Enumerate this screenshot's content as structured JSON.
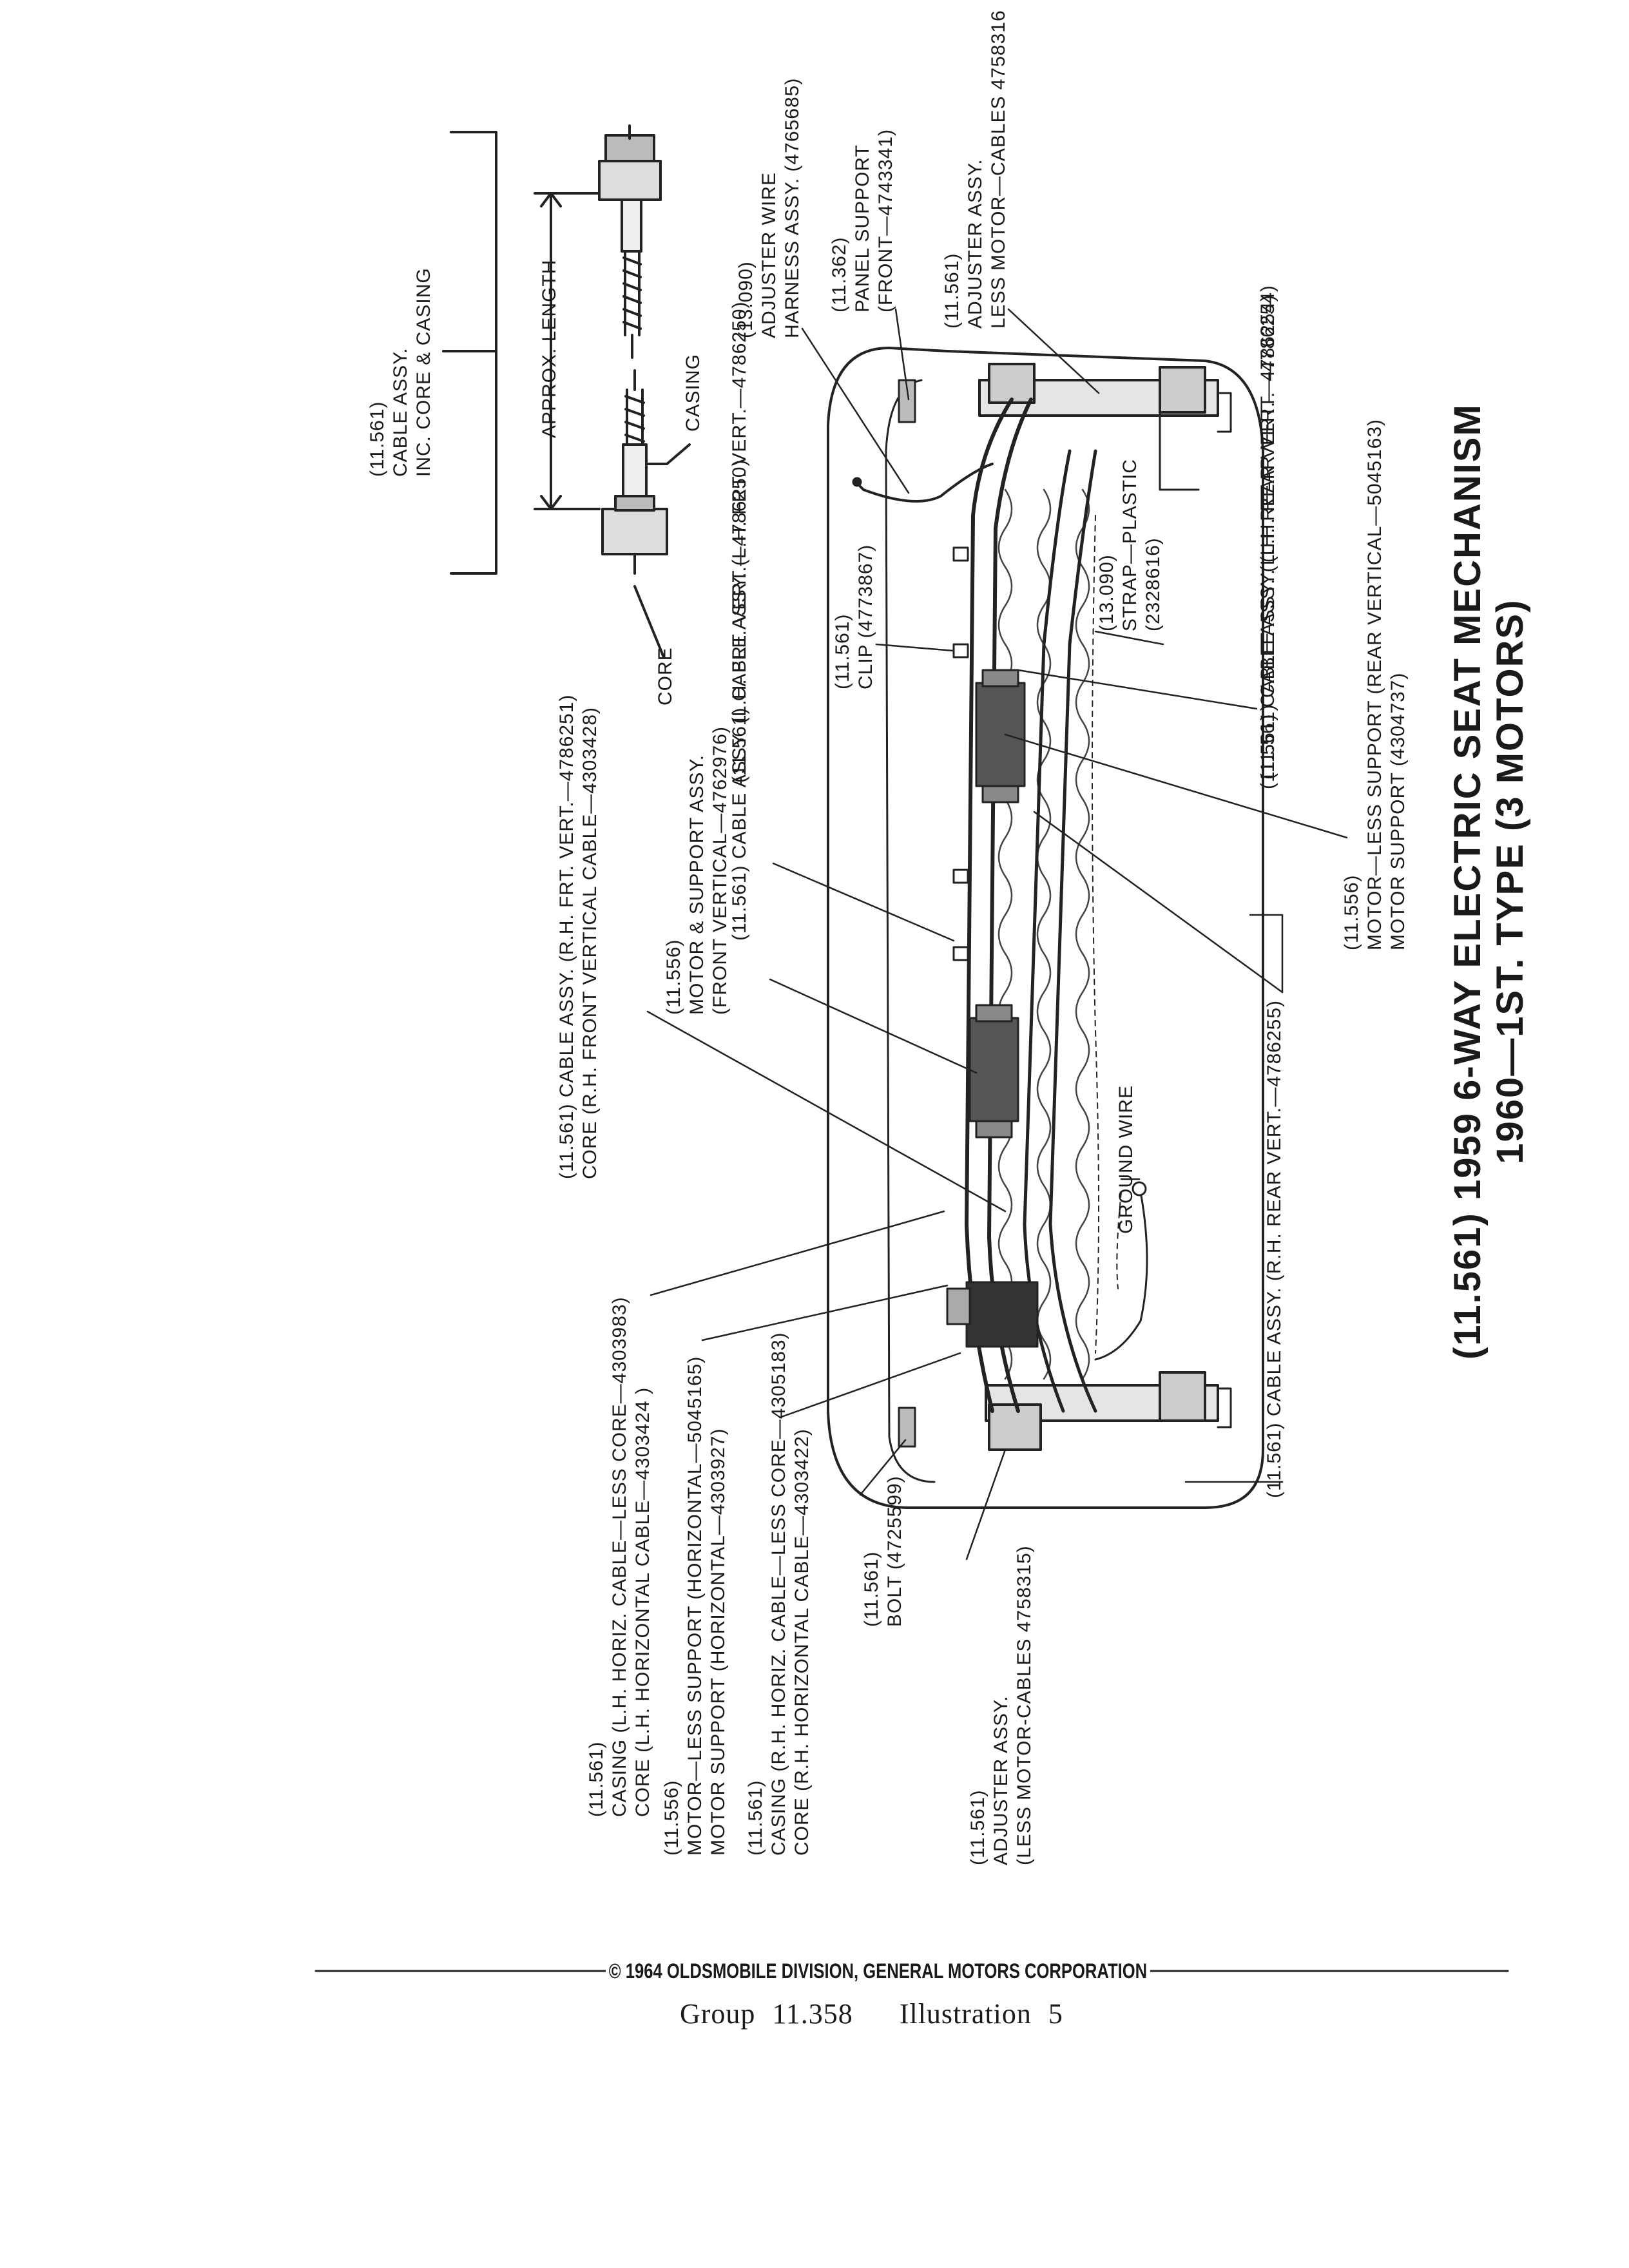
{
  "title": {
    "line1": "(11.561) 1959 6-WAY ELECTRIC SEAT MECHANISM",
    "line2": "1960—1ST. TYPE (3 MOTORS)"
  },
  "detail": {
    "cable_assy": [
      "(11.561)",
      "CABLE ASSY.",
      "INC. CORE & CASING"
    ],
    "approx_length": "APPROX. LENGTH",
    "casing": "CASING",
    "core": "CORE"
  },
  "callouts": {
    "adjuster_wire": [
      "(13.090)",
      "ADJUSTER WIRE",
      "HARNESS ASSY. (4765685)"
    ],
    "panel_support": [
      "(11.362)",
      "PANEL SUPPORT",
      "(FRONT—4743341)"
    ],
    "adjuster_assy_top": [
      "(11.561)",
      "ADJUSTER ASSY.",
      "LESS MOTOR—CABLES 4758316"
    ],
    "cable_lh_rear": [
      "(11.561) CABLE ASSY. (L.H. REAR VERT.—4786254)"
    ],
    "cable_lh_frt": [
      "(11.561) CABLE ASSY. (L.H. FRT. VERT.—4786250)"
    ],
    "clip": [
      "(11.561)",
      "CLIP (4773867)"
    ],
    "strap": [
      "(13.090)",
      "STRAP—PLASTIC",
      "(2328616)"
    ],
    "cable_lh_rear_2": [
      "(11.561) CABLE ASSY. (L.H. REAR VERT.—4786254)"
    ],
    "motor_rear": [
      "(11.556)",
      "MOTOR—LESS SUPPORT (REAR VERTICAL—5045163)",
      "MOTOR SUPPORT (4304737)"
    ],
    "cable_rh_frt": [
      "(11.561) CABLE ASSY. (R.H. FRT. VERT.—4786251)",
      "CORE (R.H. FRONT VERTICAL CABLE—4303428)"
    ],
    "motor_front": [
      "(11.556)",
      "MOTOR & SUPPORT ASSY.",
      "(FRONT VERTICAL—4762976)"
    ],
    "cable_lh_frt_2": [
      "(11.561) CABLE ASSY. (L.H. FRT. VERT.—4786250)"
    ],
    "cable_rh_rear": [
      "(11.561) CABLE ASSY. (R.H. REAR VERT.—4786255)"
    ],
    "ground_wire": [
      "GROUND WIRE"
    ],
    "cable_rh_rear_2": [
      "(11.561) CABLE ASSY. (R.H. REAR VERT.—4786255)"
    ],
    "casing_lh_horiz": [
      "(11.561)",
      "CASING (L.H. HORIZ. CABLE—LESS CORE—4303983)",
      "CORE (L.H. HORIZONTAL CABLE—4303424 )"
    ],
    "motor_horiz": [
      "(11.556)",
      "MOTOR—LESS SUPPORT (HORIZONTAL—5045165)",
      "MOTOR SUPPORT (HORIZONTAL—4303927)"
    ],
    "casing_rh_horiz": [
      "(11.561)",
      "CASING (R.H. HORIZ. CABLE—LESS CORE—4305183)",
      "CORE (R.H. HORIZONTAL CABLE—4303422)"
    ],
    "bolt": [
      "(11.561)",
      "BOLT (4725599)"
    ],
    "adjuster_assy_bottom": [
      "(11.561)",
      "ADJUSTER ASSY.",
      "(LESS MOTOR-CABLES 4758315)"
    ]
  },
  "footer": {
    "copyright": "© 1964 OLDSMOBILE DIVISION, GENERAL MOTORS CORPORATION",
    "group_label": "Group",
    "group_number": "11.358",
    "illustration_label": "Illustration",
    "illustration_number": "5"
  }
}
